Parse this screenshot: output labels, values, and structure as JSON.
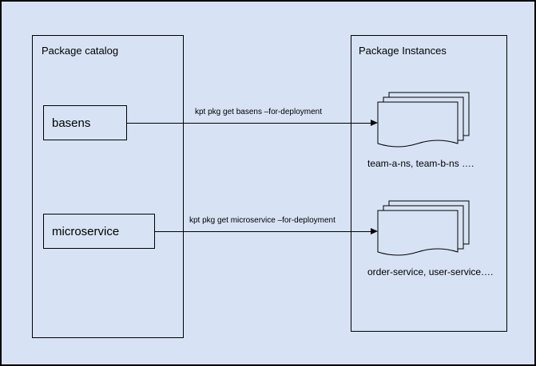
{
  "colors": {
    "background": "#d7e3f4",
    "stroke": "#000000"
  },
  "catalog": {
    "title": "Package catalog",
    "items": [
      {
        "label": "basens"
      },
      {
        "label": "microservice"
      }
    ]
  },
  "instances": {
    "title": "Package Instances",
    "groups": [
      {
        "caption": "team-a-ns, team-b-ns …."
      },
      {
        "caption": "order-service, user-service…."
      }
    ]
  },
  "arrows": [
    {
      "label": "kpt pkg get basens –for-deployment"
    },
    {
      "label": "kpt pkg get microservice –for-deployment"
    }
  ]
}
